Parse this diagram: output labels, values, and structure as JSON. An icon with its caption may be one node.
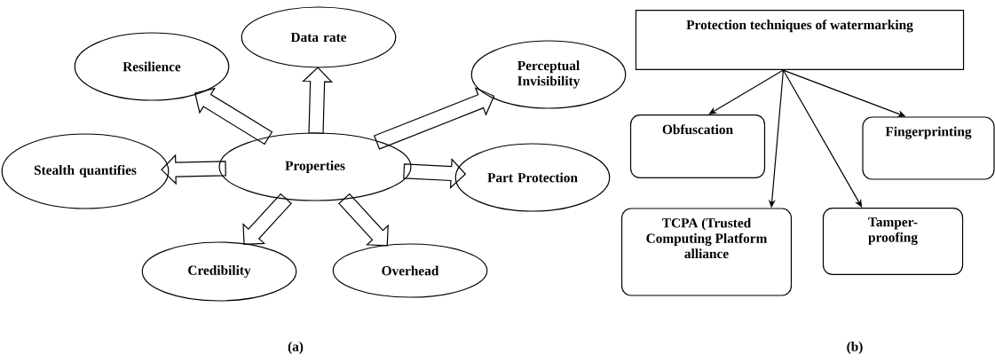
{
  "diagram": {
    "nodes": [
      {
        "text": [
          "Properties"
        ]
      },
      {
        "text": [
          "Data rate"
        ]
      },
      {
        "text": [
          "Resilience"
        ]
      },
      {
        "text": [
          "Perceptual Invisibility"
        ]
      },
      {
        "text": [
          "Stealth quantifies"
        ]
      },
      {
        "text": [
          "Part Protection"
        ]
      },
      {
        "text": [
          "Credibility"
        ]
      },
      {
        "text": [
          "Overhead"
        ]
      },
      {
        "text": [
          "Protection techniques of watermarking"
        ]
      },
      {
        "text": [
          "Obfuscation"
        ]
      },
      {
        "text": [
          "Fingerprinting"
        ]
      },
      {
        "text": [
          "TCPA (Trusted Computing Platform alliance"
        ]
      },
      {
        "text": [
          "Tamper-proofing"
        ]
      }
    ],
    "edges": [
      {
        "from": 0,
        "to": 1,
        "arrow": "to"
      },
      {
        "from": 0,
        "to": 2,
        "arrow": "to"
      },
      {
        "from": 0,
        "to": 3,
        "arrow": "to"
      },
      {
        "from": 0,
        "to": 4,
        "arrow": "to"
      },
      {
        "from": 0,
        "to": 5,
        "arrow": "to"
      },
      {
        "from": 0,
        "to": 6,
        "arrow": "to"
      },
      {
        "from": 0,
        "to": 7,
        "arrow": "to"
      },
      {
        "from": 8,
        "to": 9,
        "arrow": "to"
      },
      {
        "from": 8,
        "to": 11,
        "arrow": "to"
      },
      {
        "from": 8,
        "to": 12,
        "arrow": "to"
      },
      {
        "from": 8,
        "to": 10,
        "arrow": "to"
      }
    ],
    "labels": [
      "(a)",
      "(b)"
    ]
  }
}
